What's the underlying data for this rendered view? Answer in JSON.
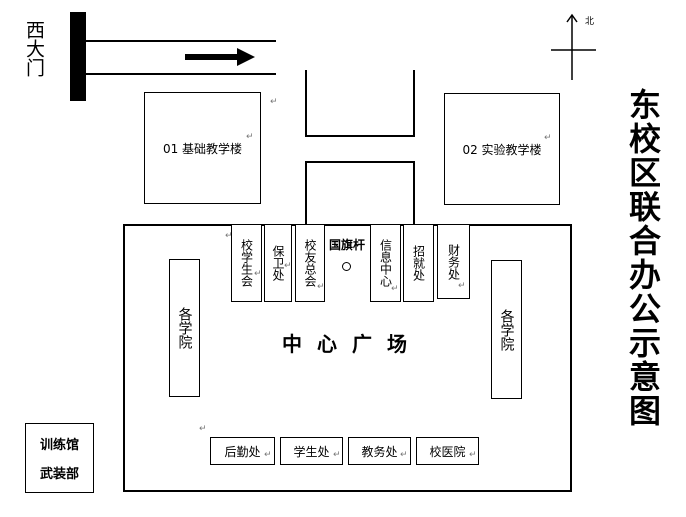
{
  "gate": {
    "label": "西大门"
  },
  "compass": {
    "label": "北"
  },
  "title": "东校区联合办公示意图",
  "buildings": {
    "basic": "01 基础教学楼",
    "experiment": "02 实验教学楼"
  },
  "offices_top": [
    "校学生会",
    "保卫处",
    "校友总会",
    "信息中心",
    "招就处",
    "财务处"
  ],
  "flagpole": "国旗杆",
  "plaza": "中心广场",
  "colleges": {
    "left": "各学院",
    "right": "各学院"
  },
  "offices_bottom": [
    "后勤处",
    "学生处",
    "教务处",
    "校医院"
  ],
  "gym": {
    "line1": "训练馆",
    "line2": "武装部"
  },
  "colors": {
    "ink": "#000000",
    "edit_mark": "#777777"
  }
}
